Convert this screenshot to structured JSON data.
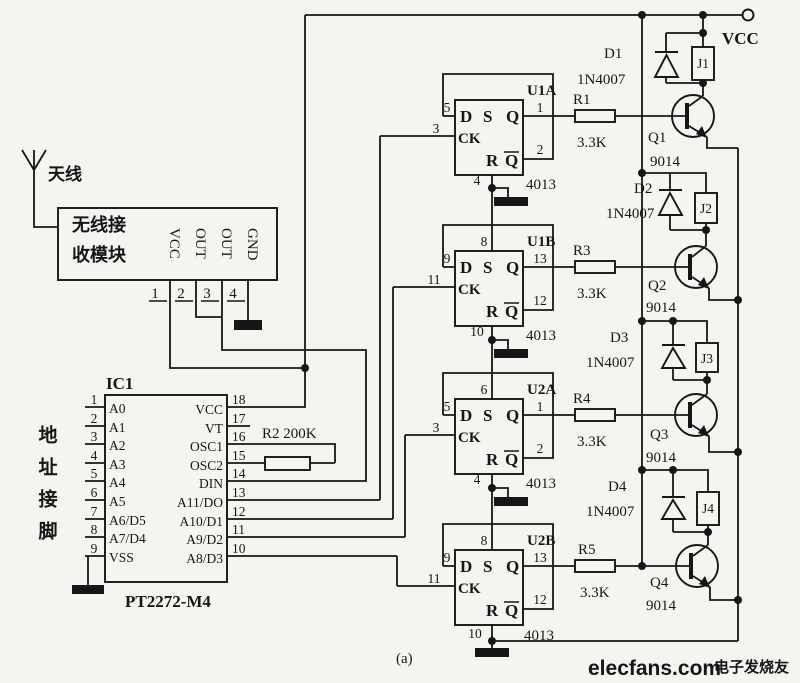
{
  "colors": {
    "ink": "#161616",
    "paper": "#f5f4f1",
    "watermark_red": "#c11212"
  },
  "antenna": {
    "label": "天线"
  },
  "module": {
    "title_line1": "无线接",
    "title_line2": "收模块",
    "pins": [
      {
        "num": "1",
        "label": "VCC"
      },
      {
        "num": "2",
        "label": "OUT"
      },
      {
        "num": "3",
        "label": "OUT"
      },
      {
        "num": "4",
        "label": "GND"
      }
    ]
  },
  "ic1": {
    "ref": "IC1",
    "part": "PT2272-M4",
    "side_label": "地址接脚",
    "left_pins": [
      {
        "num": "1",
        "label": "A0"
      },
      {
        "num": "2",
        "label": "A1"
      },
      {
        "num": "3",
        "label": "A2"
      },
      {
        "num": "4",
        "label": "A3"
      },
      {
        "num": "5",
        "label": "A4"
      },
      {
        "num": "6",
        "label": "A5"
      },
      {
        "num": "7",
        "label": "A6/D5"
      },
      {
        "num": "8",
        "label": "A7/D4"
      },
      {
        "num": "9",
        "label": "VSS"
      }
    ],
    "right_pins": [
      {
        "num": "18",
        "label": "VCC"
      },
      {
        "num": "17",
        "label": "VT"
      },
      {
        "num": "16",
        "label": "OSC1"
      },
      {
        "num": "15",
        "label": "OSC2"
      },
      {
        "num": "14",
        "label": "DIN"
      },
      {
        "num": "13",
        "label": "A11/DO"
      },
      {
        "num": "12",
        "label": "A10/D1"
      },
      {
        "num": "11",
        "label": "A9/D2"
      },
      {
        "num": "10",
        "label": "A8/D3"
      }
    ]
  },
  "r2": {
    "label": "R2 200K"
  },
  "flipflops": [
    {
      "name": "U1A",
      "chip": "4013",
      "d": "D",
      "s": "S",
      "q": "Q",
      "qb": "Q",
      "ck": "CK",
      "r": "R",
      "pin_d": "5",
      "pin_s": null,
      "pin_ck": "3",
      "pin_q": "1",
      "pin_qb": "2",
      "pin_r": "4"
    },
    {
      "name": "U1B",
      "chip": "4013",
      "d": "D",
      "s": "S",
      "q": "Q",
      "qb": "Q",
      "ck": "CK",
      "r": "R",
      "pin_d": "9",
      "pin_s": "8",
      "pin_ck": "11",
      "pin_q": "13",
      "pin_qb": "12",
      "pin_r": "10"
    },
    {
      "name": "U2A",
      "chip": "4013",
      "d": "D",
      "s": "S",
      "q": "Q",
      "qb": "Q",
      "ck": "CK",
      "r": "R",
      "pin_d": "5",
      "pin_s": "6",
      "pin_ck": "3",
      "pin_q": "1",
      "pin_qb": "2",
      "pin_r": "4"
    },
    {
      "name": "U2B",
      "chip": "4013",
      "d": "D",
      "s": "S",
      "q": "Q",
      "qb": "Q",
      "ck": "CK",
      "r": "R",
      "pin_d": "9",
      "pin_s": "8",
      "pin_ck": "11",
      "pin_q": "13",
      "pin_qb": "12",
      "pin_r": "10"
    }
  ],
  "channels": [
    {
      "res": "R1",
      "res_val": "3.3K",
      "diode": "D1",
      "diode_part": "1N4007",
      "relay": "J1",
      "tr": "Q1",
      "tr_part": "9014"
    },
    {
      "res": "R3",
      "res_val": "3.3K",
      "diode": "D2",
      "diode_part": "1N4007",
      "relay": "J2",
      "tr": "Q2",
      "tr_part": "9014"
    },
    {
      "res": "R4",
      "res_val": "3.3K",
      "diode": "D3",
      "diode_part": "1N4007",
      "relay": "J3",
      "tr": "Q3",
      "tr_part": "9014"
    },
    {
      "res": "R5",
      "res_val": "3.3K",
      "diode": "D4",
      "diode_part": "1N4007",
      "relay": "J4",
      "tr": "Q4",
      "tr_part": "9014"
    }
  ],
  "power": {
    "vcc": "VCC"
  },
  "caption": "(a)",
  "watermark": {
    "brand": "elecfans.com",
    "suffix": "电子发烧友"
  }
}
